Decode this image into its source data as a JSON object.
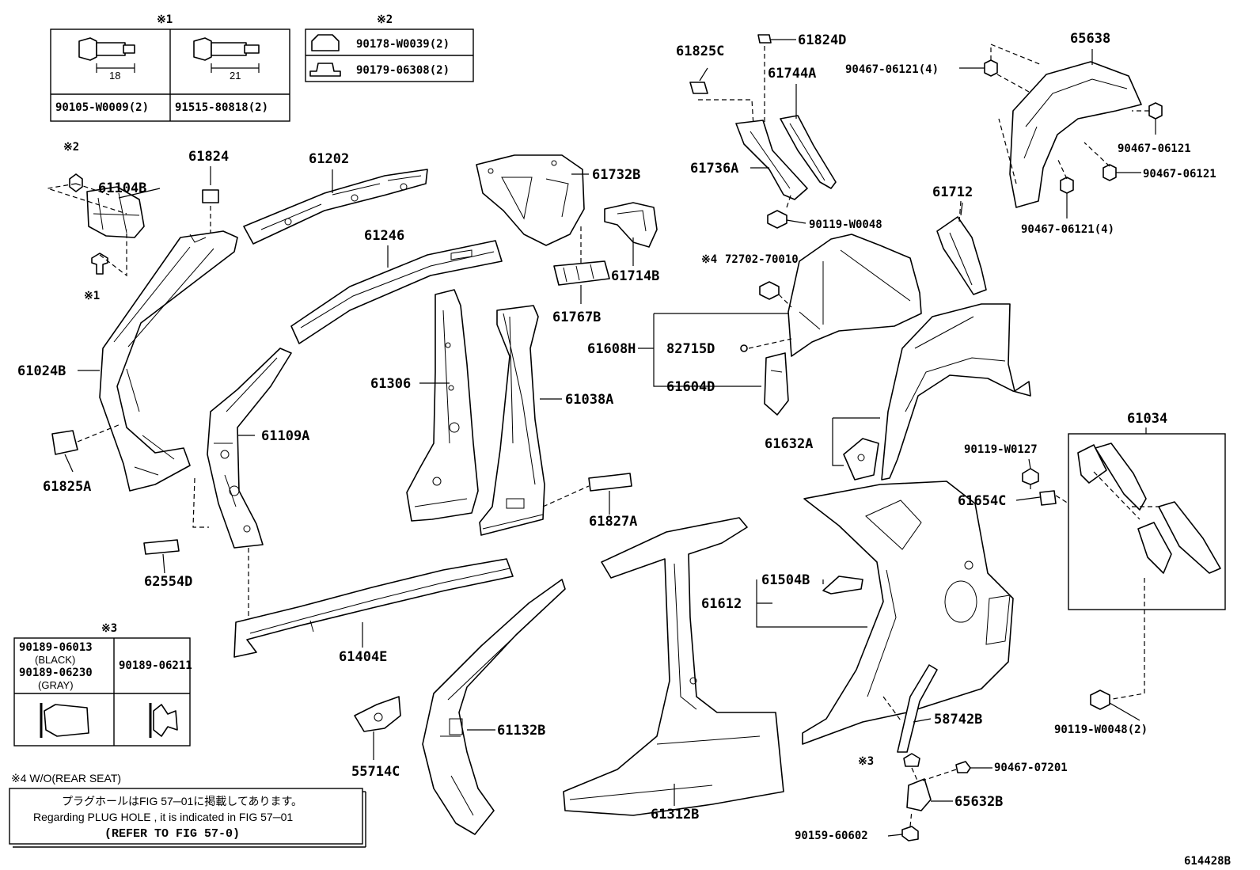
{
  "diagram_id": "614428B",
  "footnote_marks": {
    "m1": "※1",
    "m2": "※2",
    "m3": "※3",
    "m4": "※4"
  },
  "fastener_box_1": {
    "mark": "※1",
    "left_part": "90105-W0009(2)",
    "left_dim": "18",
    "right_part": "91515-80818(2)",
    "right_dim": "21"
  },
  "fastener_box_2": {
    "mark": "※2",
    "top_part": "90178-W0039(2)",
    "bottom_part": "90179-06308(2)"
  },
  "clip_box_3": {
    "mark": "※3",
    "left_part_1": "90189-06013",
    "left_color_1": "(BLACK)",
    "left_part_2": "90189-06230",
    "left_color_2": "(GRAY)",
    "right_part": "90189-06211"
  },
  "note_4": "※4 W/O(REAR SEAT)",
  "notice": {
    "jp": "プラグホールはFIG 57─01に掲載してあります。",
    "en": "Regarding PLUG HOLE , it is indicated in FIG 57─01",
    "ref": "(REFER TO FIG 57-0)"
  },
  "labels": [
    "61104B",
    "61824",
    "61202",
    "61246",
    "61024B",
    "61825A",
    "61109A",
    "62554D",
    "61306",
    "61038A",
    "61732B",
    "61714B",
    "61767B",
    "61827A",
    "61404E",
    "61825C",
    "61824D",
    "61744A",
    "61736A",
    "90119-W0048",
    "72702-70010",
    "61608H",
    "82715D",
    "61604D",
    "61632A",
    "61712",
    "65638",
    "90467-06121(4)",
    "90467-06121",
    "90467-06121",
    "90467-06121(4)",
    "61034",
    "90119-W0127",
    "61654C",
    "61504B",
    "61612",
    "58742B",
    "90467-07201",
    "65632B",
    "90159-60602",
    "90119-W0048(2)",
    "61132B",
    "55714C",
    "61312B"
  ]
}
